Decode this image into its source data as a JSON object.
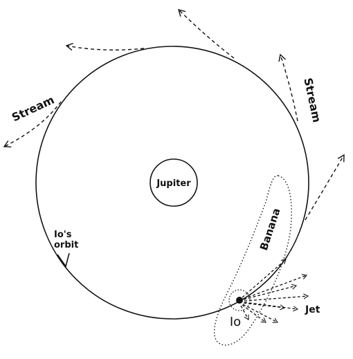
{
  "labels": {
    "jupiter": "Jupiter",
    "io": "Io",
    "orbit_line1": "Io's",
    "orbit_line2": "orbit",
    "stream_left": "Stream",
    "stream_right": "Stream",
    "banana": "Banana",
    "jet": "Jet"
  },
  "colors": {
    "ink": "#111111",
    "background": "#ffffff"
  }
}
